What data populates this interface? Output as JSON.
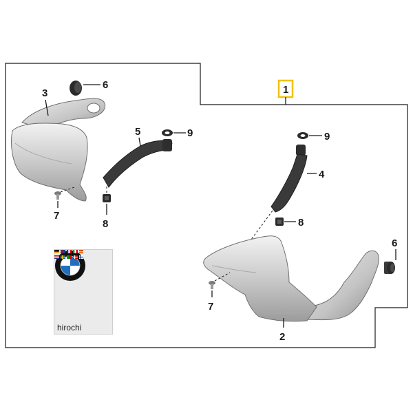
{
  "diagram": {
    "callouts": {
      "item_1": "1",
      "item_2": "2",
      "item_3": "3",
      "item_4": "4",
      "item_5": "5",
      "item_6_left": "6",
      "item_6_right": "6",
      "item_7_left": "7",
      "item_7_right": "7",
      "item_8_left": "8",
      "item_8_right": "8",
      "item_9_left": "9",
      "item_9_right": "9"
    },
    "highlight_color": "#f2c200",
    "line_color": "#1a1a1a",
    "part_color": "#c9c9c9"
  },
  "manual": {
    "brand_logo": "BMW",
    "flags": [
      "de-flag",
      "gb-flag",
      "fr-flag",
      "it-flag",
      "es-flag",
      "nl-flag",
      "se-flag",
      "pt-flag",
      "dk-flag",
      "fi-flag"
    ],
    "watermark": "hirochi"
  }
}
